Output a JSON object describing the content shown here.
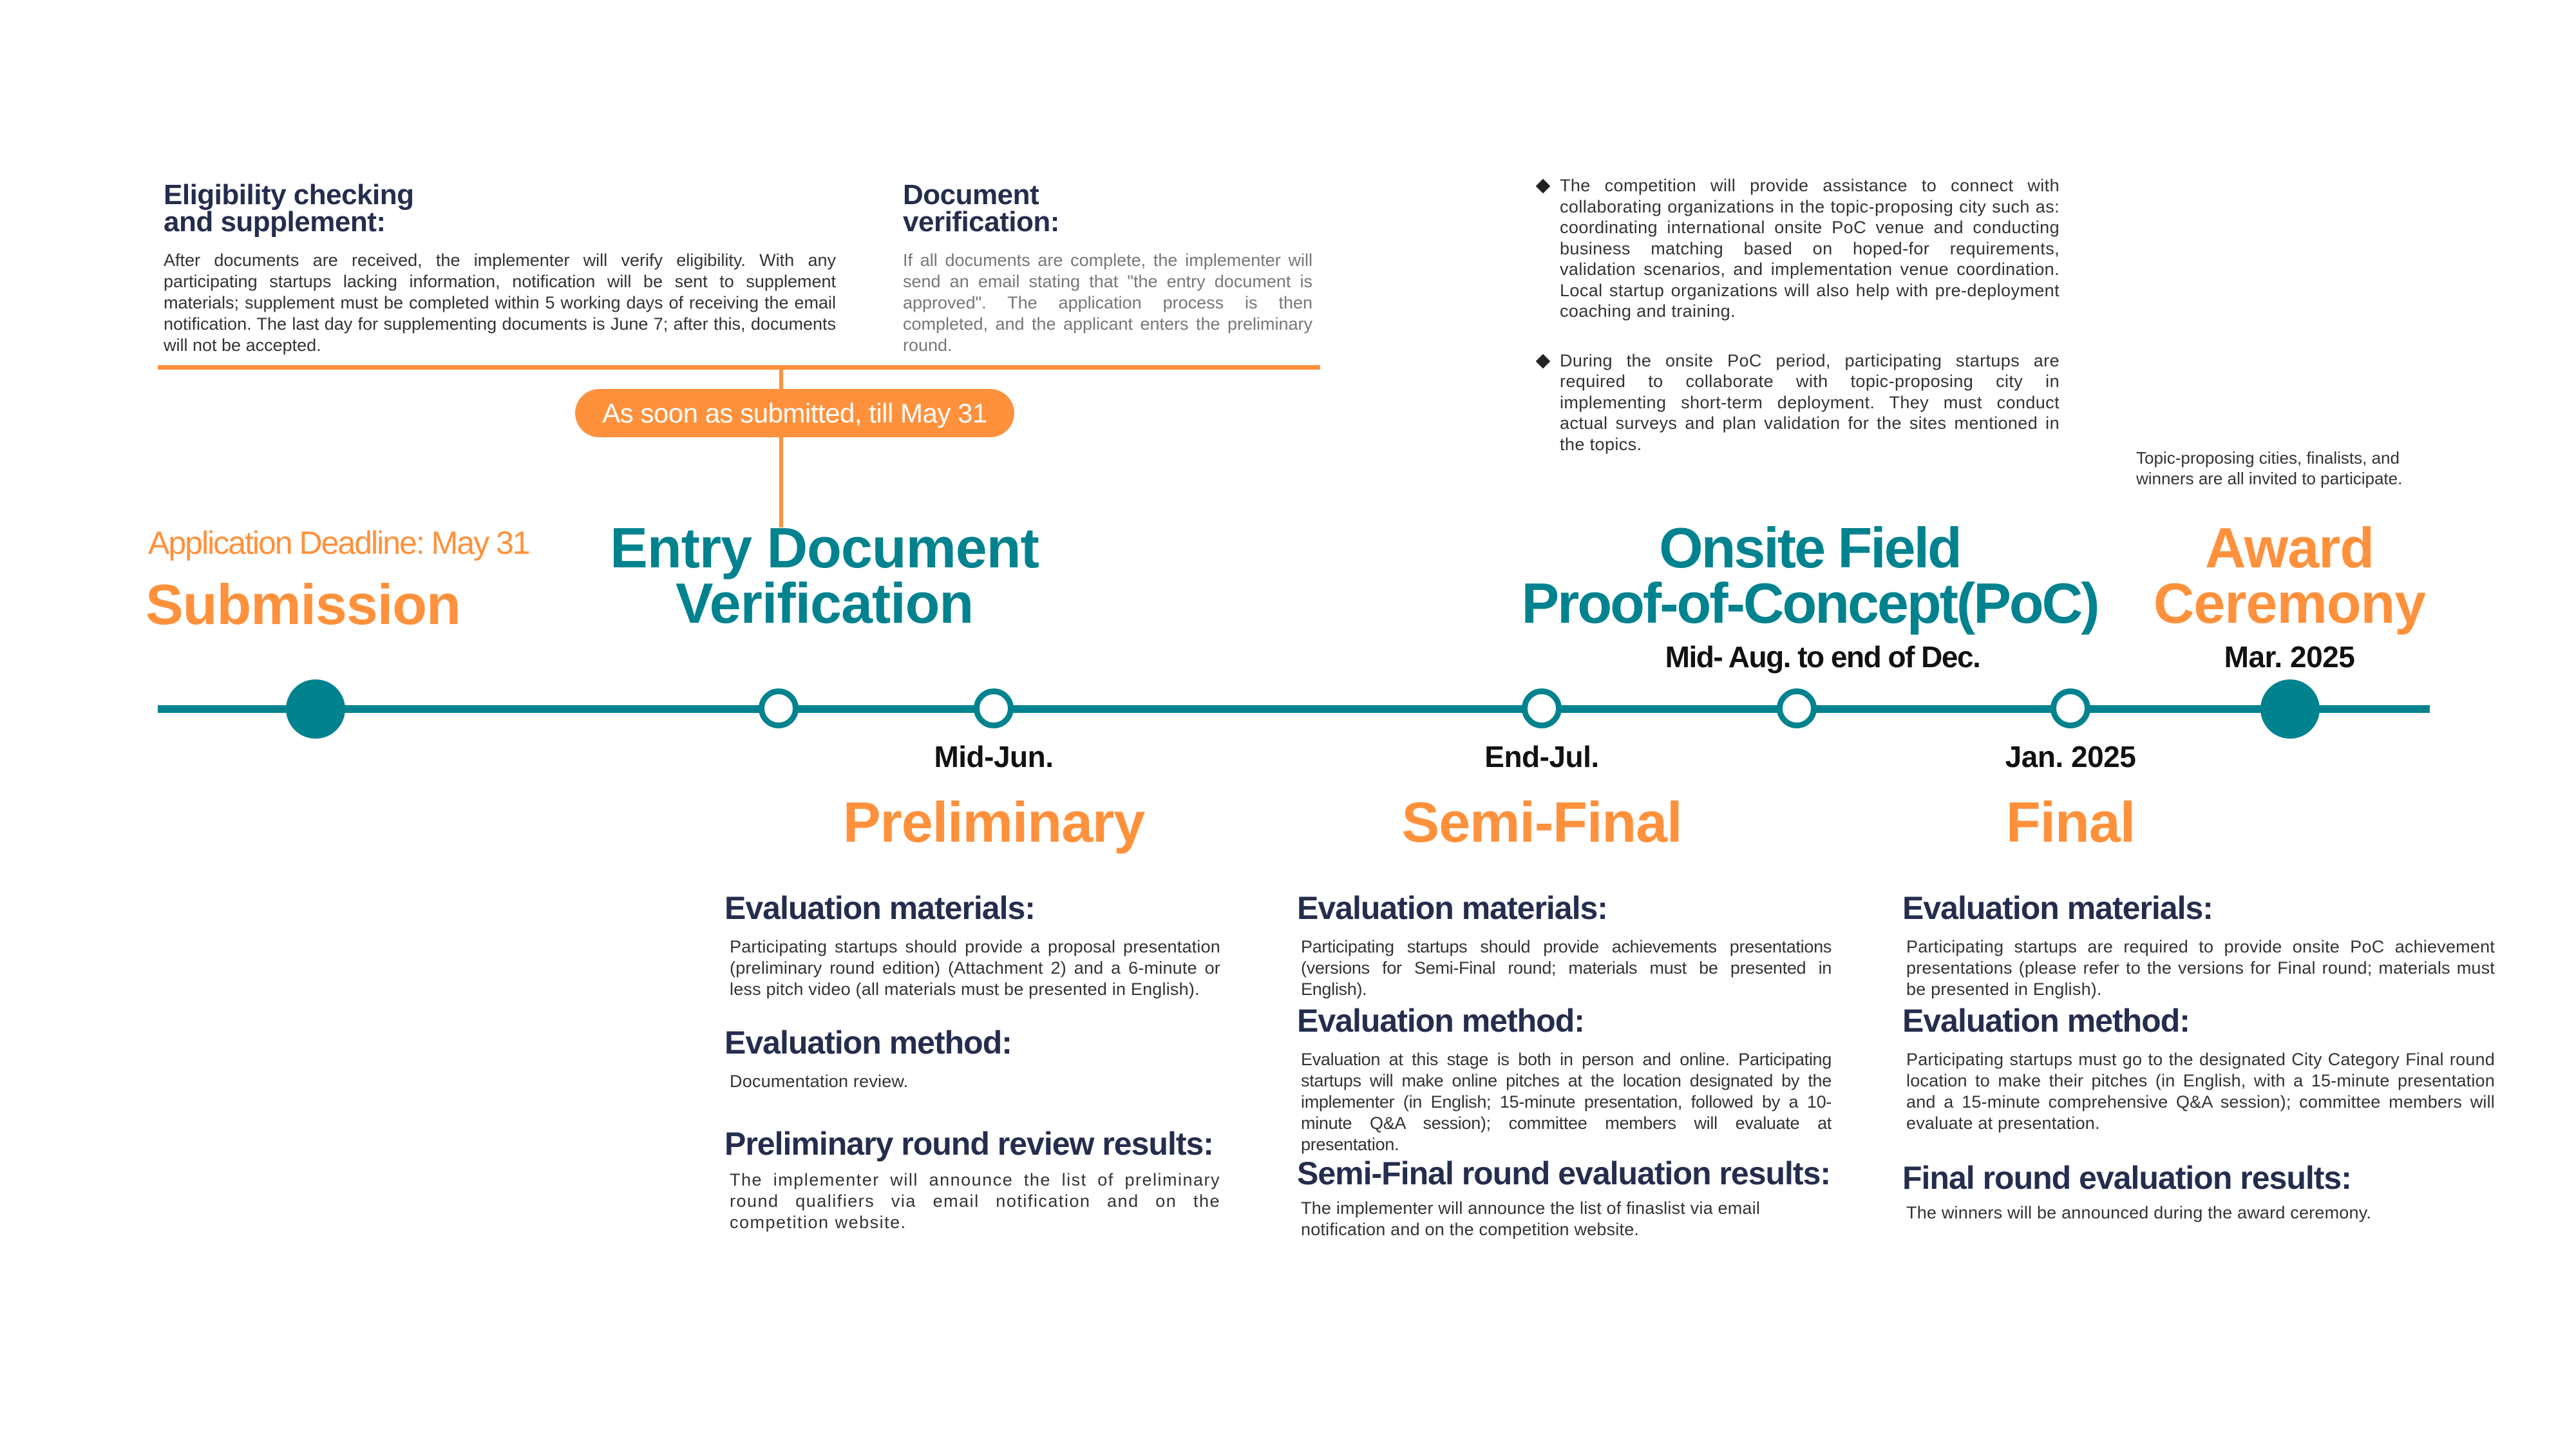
{
  "entry_verification_details": {
    "eligibility": {
      "heading_line1": "Eligibility checking",
      "heading_line2": "and supplement:",
      "text": "After documents are received, the implementer will verify eligibility. With any participating startups lacking information, notification will be sent to supplement materials; supplement must be completed within 5 working days of receiving the email notification. The last day for supplementing documents is June 7; after this, documents will not be accepted."
    },
    "document_verification": {
      "heading_line1": "Document",
      "heading_line2": "verification:",
      "text": "If all documents are complete, the implementer will send an email stating that \"the entry document is approved\". The application process is then completed, and the applicant enters the preliminary round."
    },
    "period_pill": "As soon as submitted, till May 31"
  },
  "poc_details": {
    "bullets": [
      "The competition will provide assistance to connect with collaborating organizations in the topic-proposing city such as: coordinating international onsite PoC venue and conducting business matching based on hoped-for requirements, validation scenarios, and implementation venue coordination. Local startup organizations will also help with pre-deployment coaching and training.",
      "During the onsite PoC period, participating startups are required to collaborate with topic-proposing city in implementing short-term deployment. They must conduct actual surveys and plan validation for the sites mentioned in the topics."
    ]
  },
  "award_note": "Topic-proposing cities, finalists, and winners are all invited to participate.",
  "stages": {
    "submission": {
      "deadline": "Application Deadline: May 31",
      "title": "Submission"
    },
    "entry_verification": {
      "title_line1": "Entry Document",
      "title_line2": "Verification"
    },
    "poc": {
      "title_line1": "Onsite Field",
      "title_line2": "Proof-of-Concept(PoC)",
      "date": "Mid- Aug. to end of Dec."
    },
    "award": {
      "title_line1": "Award",
      "title_line2": "Ceremony",
      "date": "Mar. 2025"
    }
  },
  "timeline": {
    "milestones": [
      {
        "id": "submission",
        "type": "filled"
      },
      {
        "id": "entry-verification",
        "type": "open"
      },
      {
        "id": "preliminary",
        "type": "open",
        "date": "Mid-Jun."
      },
      {
        "id": "semi-final",
        "type": "open",
        "date": "End-Jul."
      },
      {
        "id": "poc",
        "type": "open"
      },
      {
        "id": "final",
        "type": "open",
        "date": "Jan. 2025"
      },
      {
        "id": "award",
        "type": "filled"
      }
    ],
    "colors": {
      "line": "#00828f",
      "accent": "#ff913c",
      "heading": "#252d4e"
    }
  },
  "rounds": [
    {
      "title": "Preliminary",
      "date": "Mid-Jun.",
      "sections": [
        {
          "heading": "Evaluation materials:",
          "text": "Participating startups should provide a proposal presentation (preliminary round edition) (Attachment 2) and a 6-minute or less pitch video (all materials must be presented in English)."
        },
        {
          "heading": "Evaluation method:",
          "text": "Documentation review."
        },
        {
          "heading": "Preliminary round review results:",
          "text": "The implementer will announce the list of preliminary round qualifiers via email notification and on the competition website."
        }
      ]
    },
    {
      "title": "Semi-Final",
      "date": "End-Jul.",
      "sections": [
        {
          "heading": "Evaluation materials:",
          "text": "Participating startups should provide achievements presentations (versions for Semi-Final round; materials must be presented in English)."
        },
        {
          "heading": "Evaluation method:",
          "text": "Evaluation at this stage is both in person and online. Participating startups will make online pitches at the location designated by the implementer (in English; 15-minute presentation, followed by a 10-minute Q&A session); committee members will evaluate at presentation."
        },
        {
          "heading": "Semi-Final round evaluation results:",
          "text": "The implementer will announce the list of finaslist via email notification and on the competition website."
        }
      ]
    },
    {
      "title": "Final",
      "date": "Jan. 2025",
      "sections": [
        {
          "heading": "Evaluation materials:",
          "text": "Participating startups are required to provide onsite PoC achievement presentations (please refer to the versions for Final round; materials must be presented in English)."
        },
        {
          "heading": "Evaluation method:",
          "text": "Participating startups must go to the designated City Category Final round location to make their pitches (in English, with a 15-minute presentation and a 15-minute comprehensive Q&A session); committee members will evaluate at presentation."
        },
        {
          "heading": "Final round evaluation results:",
          "text": "The winners will be announced during the award ceremony."
        }
      ]
    }
  ]
}
